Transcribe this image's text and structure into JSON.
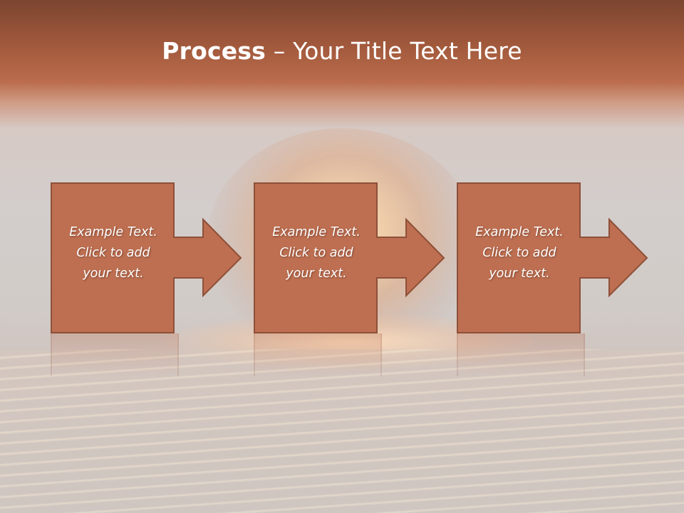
{
  "title": {
    "bold": "Process",
    "rest": " – Your Title Text Here"
  },
  "steps": [
    {
      "text": "Example Text.\nClick  to add\nyour text."
    },
    {
      "text": "Example Text.\nClick  to add\nyour text."
    },
    {
      "text": "Example Text.\nClick  to add\nyour text."
    }
  ],
  "colors": {
    "box_fill": "#be6f51",
    "box_stroke": "#8e5039",
    "header_band": "#b8684a"
  }
}
